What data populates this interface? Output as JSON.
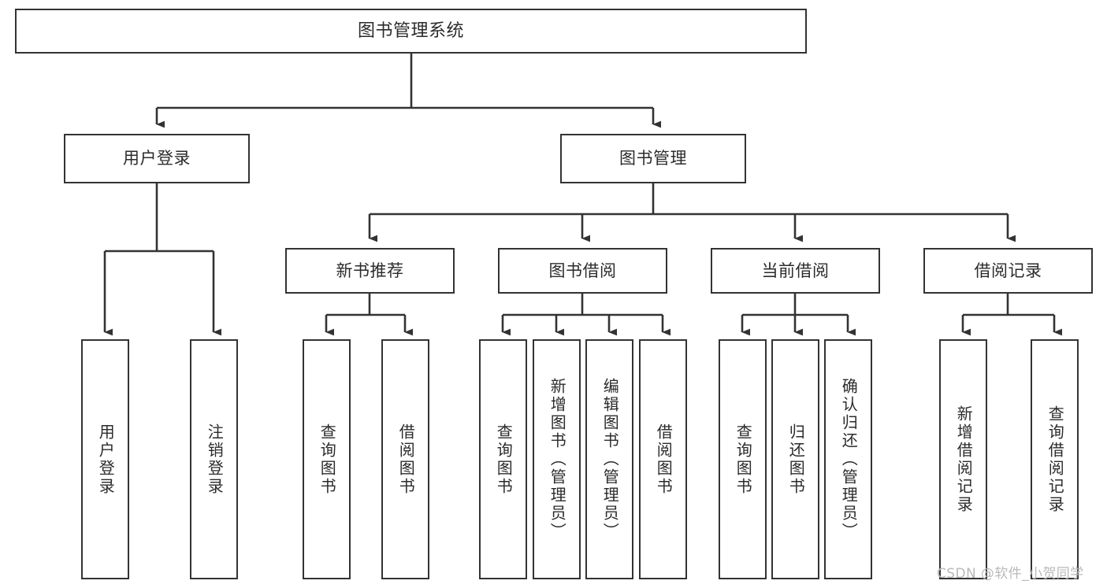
{
  "diagram": {
    "title": "图书管理系统",
    "type": "hierarchy-tree",
    "root": {
      "label": "图书管理系统"
    },
    "level2": [
      {
        "label": "用户登录"
      },
      {
        "label": "图书管理"
      }
    ],
    "level3": [
      {
        "label": "新书推荐"
      },
      {
        "label": "图书借阅"
      },
      {
        "label": "当前借阅"
      },
      {
        "label": "借阅记录"
      }
    ],
    "leaves": {
      "user_login": [
        {
          "label": "用户登录"
        },
        {
          "label": "注销登录"
        }
      ],
      "new_book_recommend": [
        {
          "label": "查询图书"
        },
        {
          "label": "借阅图书"
        }
      ],
      "book_borrow": [
        {
          "label": "查询图书"
        },
        {
          "label": "新增图书（管理员）"
        },
        {
          "label": "编辑图书（管理员）"
        },
        {
          "label": "借阅图书"
        }
      ],
      "current_borrow": [
        {
          "label": "查询图书"
        },
        {
          "label": "归还图书"
        },
        {
          "label": "确认归还（管理员）"
        }
      ],
      "borrow_record": [
        {
          "label": "新增借阅记录"
        },
        {
          "label": "查询借阅记录"
        }
      ]
    },
    "watermark": "CSDN @软件_小贺同学",
    "colors": {
      "stroke": "#333333",
      "background": "#ffffff",
      "text": "#2b2b2b",
      "watermark": "#b9b9b9"
    }
  }
}
